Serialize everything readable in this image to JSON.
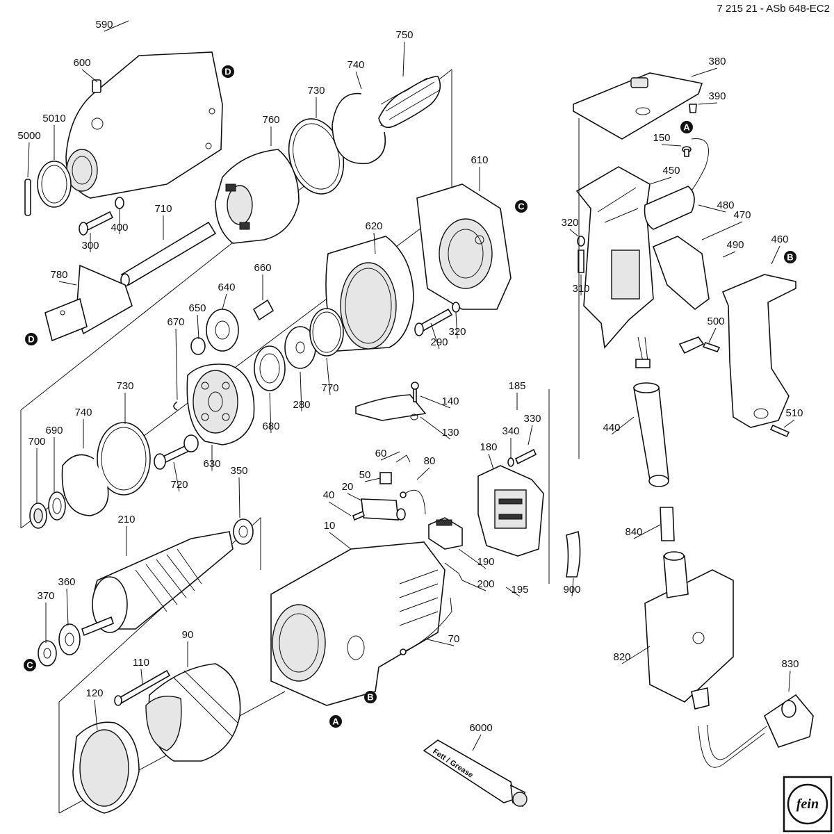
{
  "document": {
    "code": "7 215 21 - ASb 648-EC2"
  },
  "brand": {
    "logo_text": "fein"
  },
  "tube_label": "Fett / Grease",
  "markers": [
    "A",
    "B",
    "C",
    "D"
  ],
  "part_numbers": [
    "590",
    "600",
    "5010",
    "5000",
    "300",
    "400",
    "710",
    "780",
    "750",
    "740",
    "730",
    "760",
    "610",
    "620",
    "290",
    "320",
    "660",
    "640",
    "650",
    "670",
    "280",
    "770",
    "680",
    "730",
    "740",
    "690",
    "700",
    "720",
    "630",
    "350",
    "210",
    "360",
    "370",
    "140",
    "130",
    "60",
    "80",
    "50",
    "20",
    "40",
    "10",
    "185",
    "330",
    "340",
    "180",
    "190",
    "200",
    "195",
    "900",
    "70",
    "90",
    "110",
    "120",
    "6000",
    "380",
    "390",
    "150",
    "450",
    "480",
    "470",
    "320",
    "310",
    "490",
    "460",
    "500",
    "510",
    "440",
    "840",
    "820",
    "830"
  ]
}
